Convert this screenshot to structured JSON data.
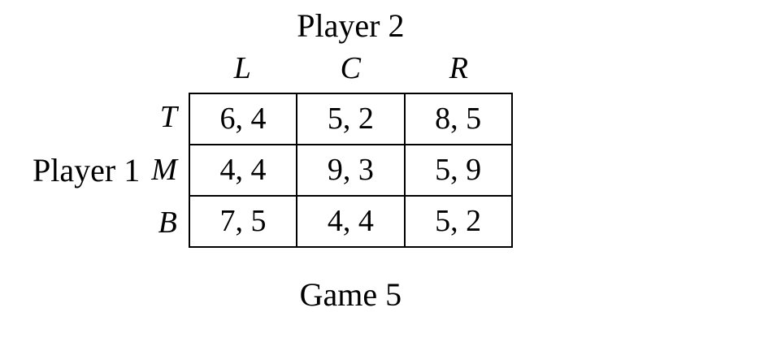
{
  "game": {
    "title": "Game 5",
    "player2_label": "Player 2",
    "player1_label": "Player 1",
    "col_headers": [
      "L",
      "C",
      "R"
    ],
    "row_headers": [
      "T",
      "M",
      "B"
    ],
    "payoffs": [
      [
        "6, 4",
        "5, 2",
        "8, 5"
      ],
      [
        "4, 4",
        "9, 3",
        "5, 9"
      ],
      [
        "7, 5",
        "4, 4",
        "5, 2"
      ]
    ]
  }
}
